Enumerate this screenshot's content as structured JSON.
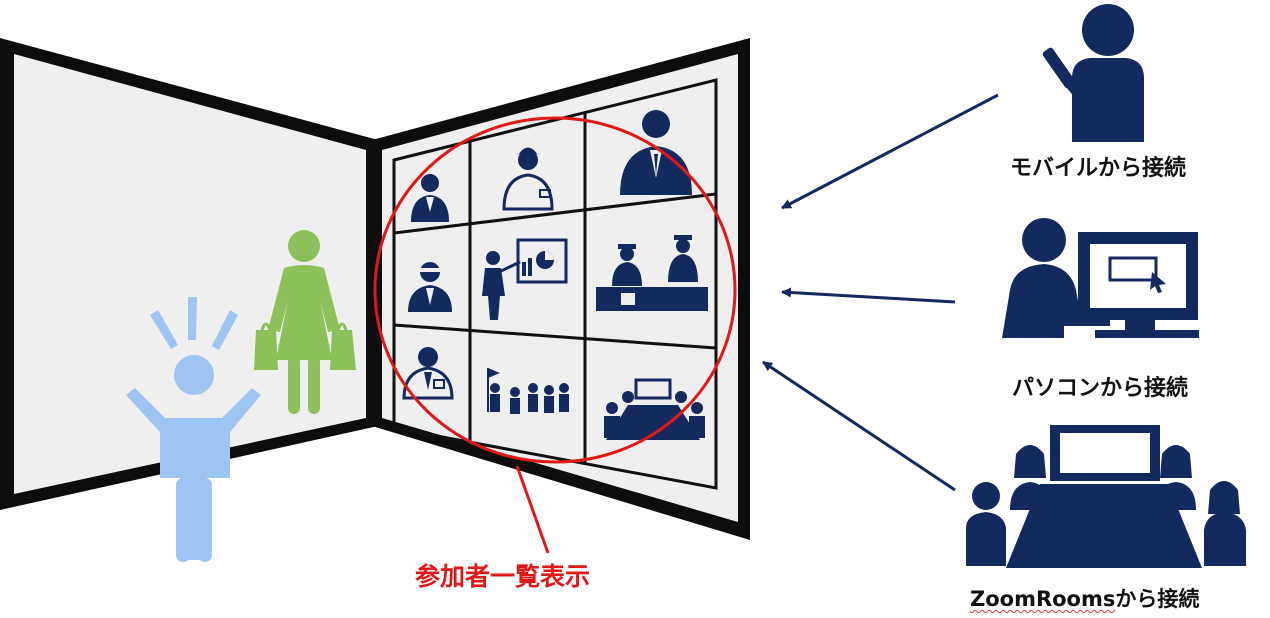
{
  "colors": {
    "navy": "#14295e",
    "red": "#e01818",
    "green": "#8dc05a",
    "light_blue": "#9ec4f2",
    "wall": "#efefef",
    "frame": "#0d0d0d"
  },
  "labels": {
    "participants_grid": "参加者一覧表示",
    "mobile_connection": "モバイルから接続",
    "pc_connection": "パソコンから接続",
    "zoomrooms_prefix": "ZoomRooms",
    "zoomrooms_suffix": "から接続"
  },
  "icons": {
    "grid": [
      "businessman-icon",
      "woman-reception-icon",
      "executive-icon",
      "man-glasses-icon",
      "presenter-chart-icon",
      "shop-counter-icon",
      "doctor-icon",
      "group-flag-icon",
      "meeting-table-icon"
    ],
    "left_wall": [
      "surprised-person-icon",
      "woman-shopping-icon"
    ],
    "connections": [
      "mobile-user-icon",
      "pc-user-icon",
      "meeting-room-icon"
    ]
  }
}
